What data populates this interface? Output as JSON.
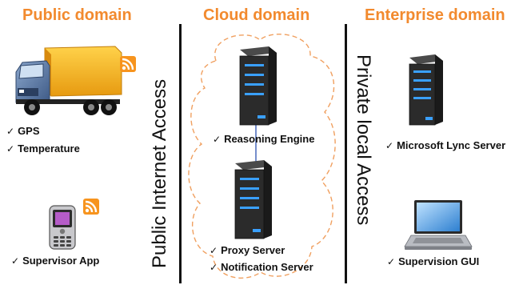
{
  "domains": {
    "public": {
      "title": "Public domain",
      "vertical_label": "Public Internet Access",
      "truck_labels": [
        "GPS",
        "Temperature"
      ],
      "phone_label": "Supervisor App"
    },
    "cloud": {
      "title": "Cloud domain",
      "reasoning_label": "Reasoning Engine",
      "proxy_labels": [
        "Proxy Server",
        "Notification  Server"
      ]
    },
    "enterprise": {
      "title": "Enterprise domain",
      "vertical_label": "Private local Access",
      "lync_label": "Microsoft  Lync Server",
      "gui_label": "Supervision GUI"
    }
  },
  "colors": {
    "accent": "#f28a2e",
    "divider": "#111111",
    "server_led": "#3aa0ff",
    "cloud_dash": "#f0a060",
    "truck_box": "#f7b21b",
    "truck_cab": "#4e6d9b"
  },
  "icons": [
    "truck-icon",
    "rss-icon",
    "phone-icon",
    "server-icon",
    "laptop-icon",
    "check-icon"
  ]
}
